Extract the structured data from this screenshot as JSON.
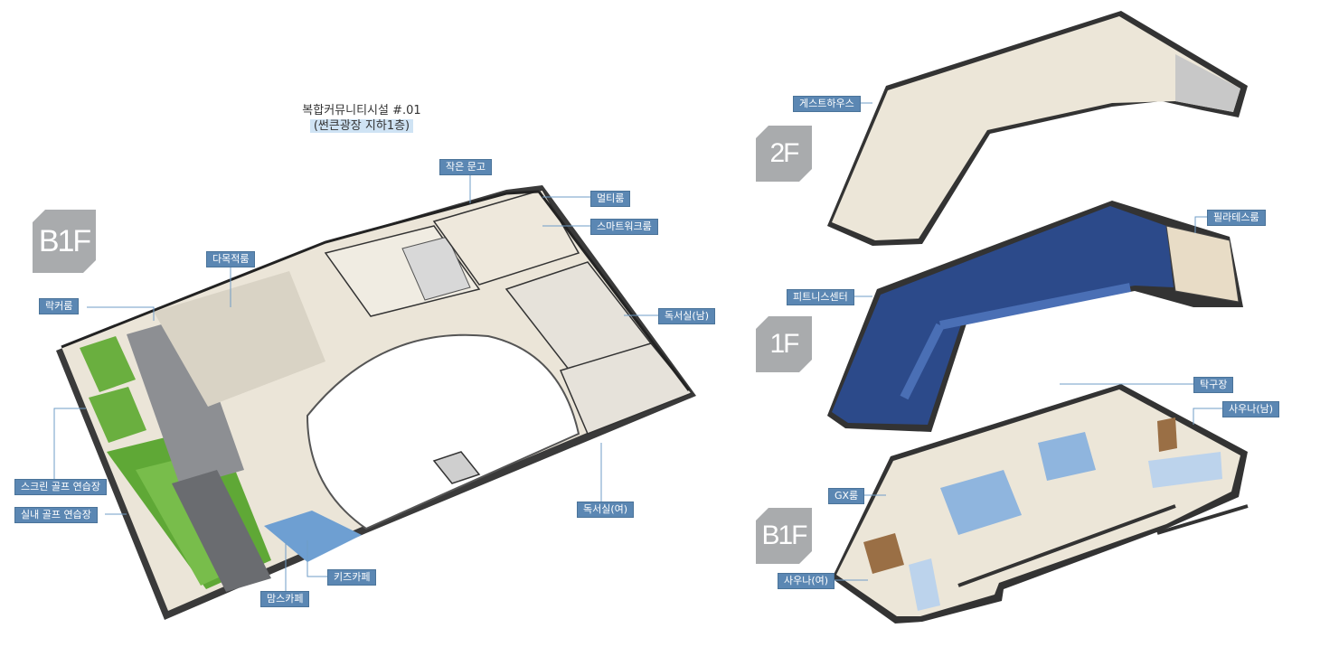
{
  "title": {
    "line1": "복합커뮤니티시설 #.01",
    "line2": "(썬큰광장 지하1층)"
  },
  "floors": {
    "b1f_main": "B1F",
    "f2": "2F",
    "f1": "1F",
    "b1f_right": "B1F"
  },
  "rooms_b1f": {
    "small_library": "작은 문고",
    "multi_room": "멀티룸",
    "smart_work_room": "스마트워크룸",
    "multipurpose_room": "다목적룸",
    "locker_room": "락커룸",
    "study_room_men": "독서실(남)",
    "study_room_women": "독서실(여)",
    "screen_golf": "스크린 골프 연습장",
    "indoor_golf": "실내 골프 연습장",
    "kids_cafe": "키즈카페",
    "moms_cafe": "맘스카페"
  },
  "rooms_2f": {
    "guest_house": "게스트하우스"
  },
  "rooms_1f": {
    "pilates_room": "필라테스룸",
    "fitness_center": "피트니스센터"
  },
  "rooms_b1f_right": {
    "table_tennis": "탁구장",
    "sauna_men": "사우나(남)",
    "gx_room": "GX룸",
    "sauna_women": "사우나(여)"
  },
  "colors": {
    "label_bg": "#5b87b3",
    "badge": "#a9abad",
    "floor_beige": "#e9e3d6",
    "fitness_blue": "#2c4a8a",
    "golf_green": "#5fa836"
  }
}
